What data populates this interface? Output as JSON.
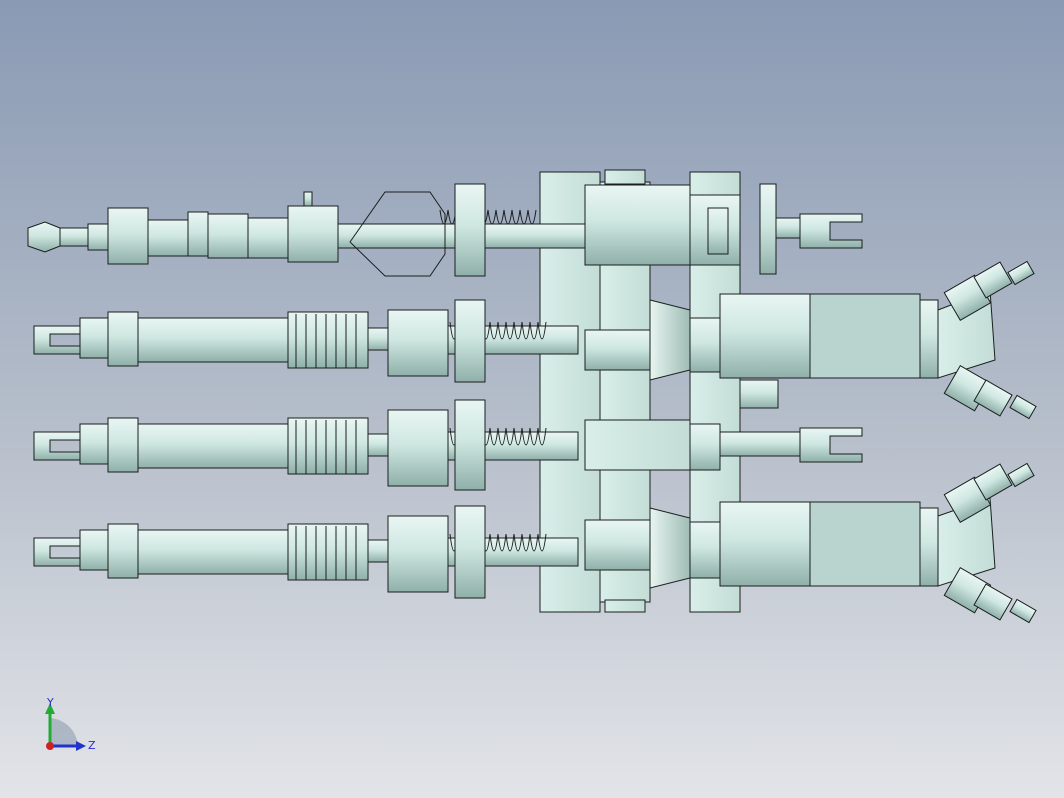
{
  "viewport": {
    "background_top": "#8a9ab4",
    "background_bottom": "#e2e4e8"
  },
  "model": {
    "part_fill": "#cfe7e1",
    "part_fill_dark": "#a9c8c1",
    "edge_color": "#1a1f1e",
    "actuator_rows": 4
  },
  "triad": {
    "y_label": "Y",
    "z_label": "Z",
    "y_color": "#22aa33",
    "z_color": "#2233cc",
    "x_color": "#cc2222"
  }
}
